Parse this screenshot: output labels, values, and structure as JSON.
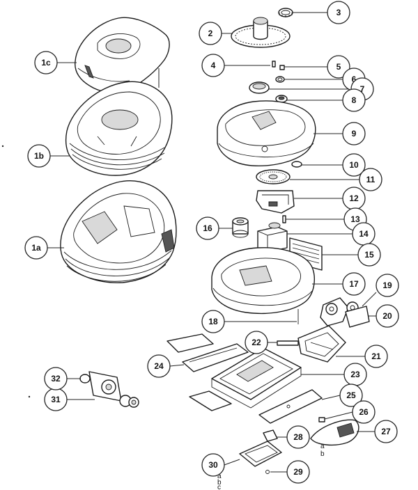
{
  "callouts": {
    "c1a": "1a",
    "c1b": "1b",
    "c1c": "1c",
    "c2": "2",
    "c3": "3",
    "c4": "4",
    "c5": "5",
    "c6": "6",
    "c7": "7",
    "c8": "8",
    "c9": "9",
    "c10": "10",
    "c11": "11",
    "c12": "12",
    "c13": "13",
    "c14": "14",
    "c15": "15",
    "c16": "16",
    "c17": "17",
    "c18": "18",
    "c19": "19",
    "c20": "20",
    "c21": "21",
    "c22": "22",
    "c23": "23",
    "c24": "24",
    "c25": "25",
    "c26": "26",
    "c27": "27",
    "c28": "28",
    "c29": "29",
    "c30": "30",
    "c31": "31",
    "c32": "32"
  },
  "sublabels": {
    "s27a": "a",
    "s27b": "b",
    "s30a": "a",
    "s30b": "b",
    "s30c": "c"
  }
}
